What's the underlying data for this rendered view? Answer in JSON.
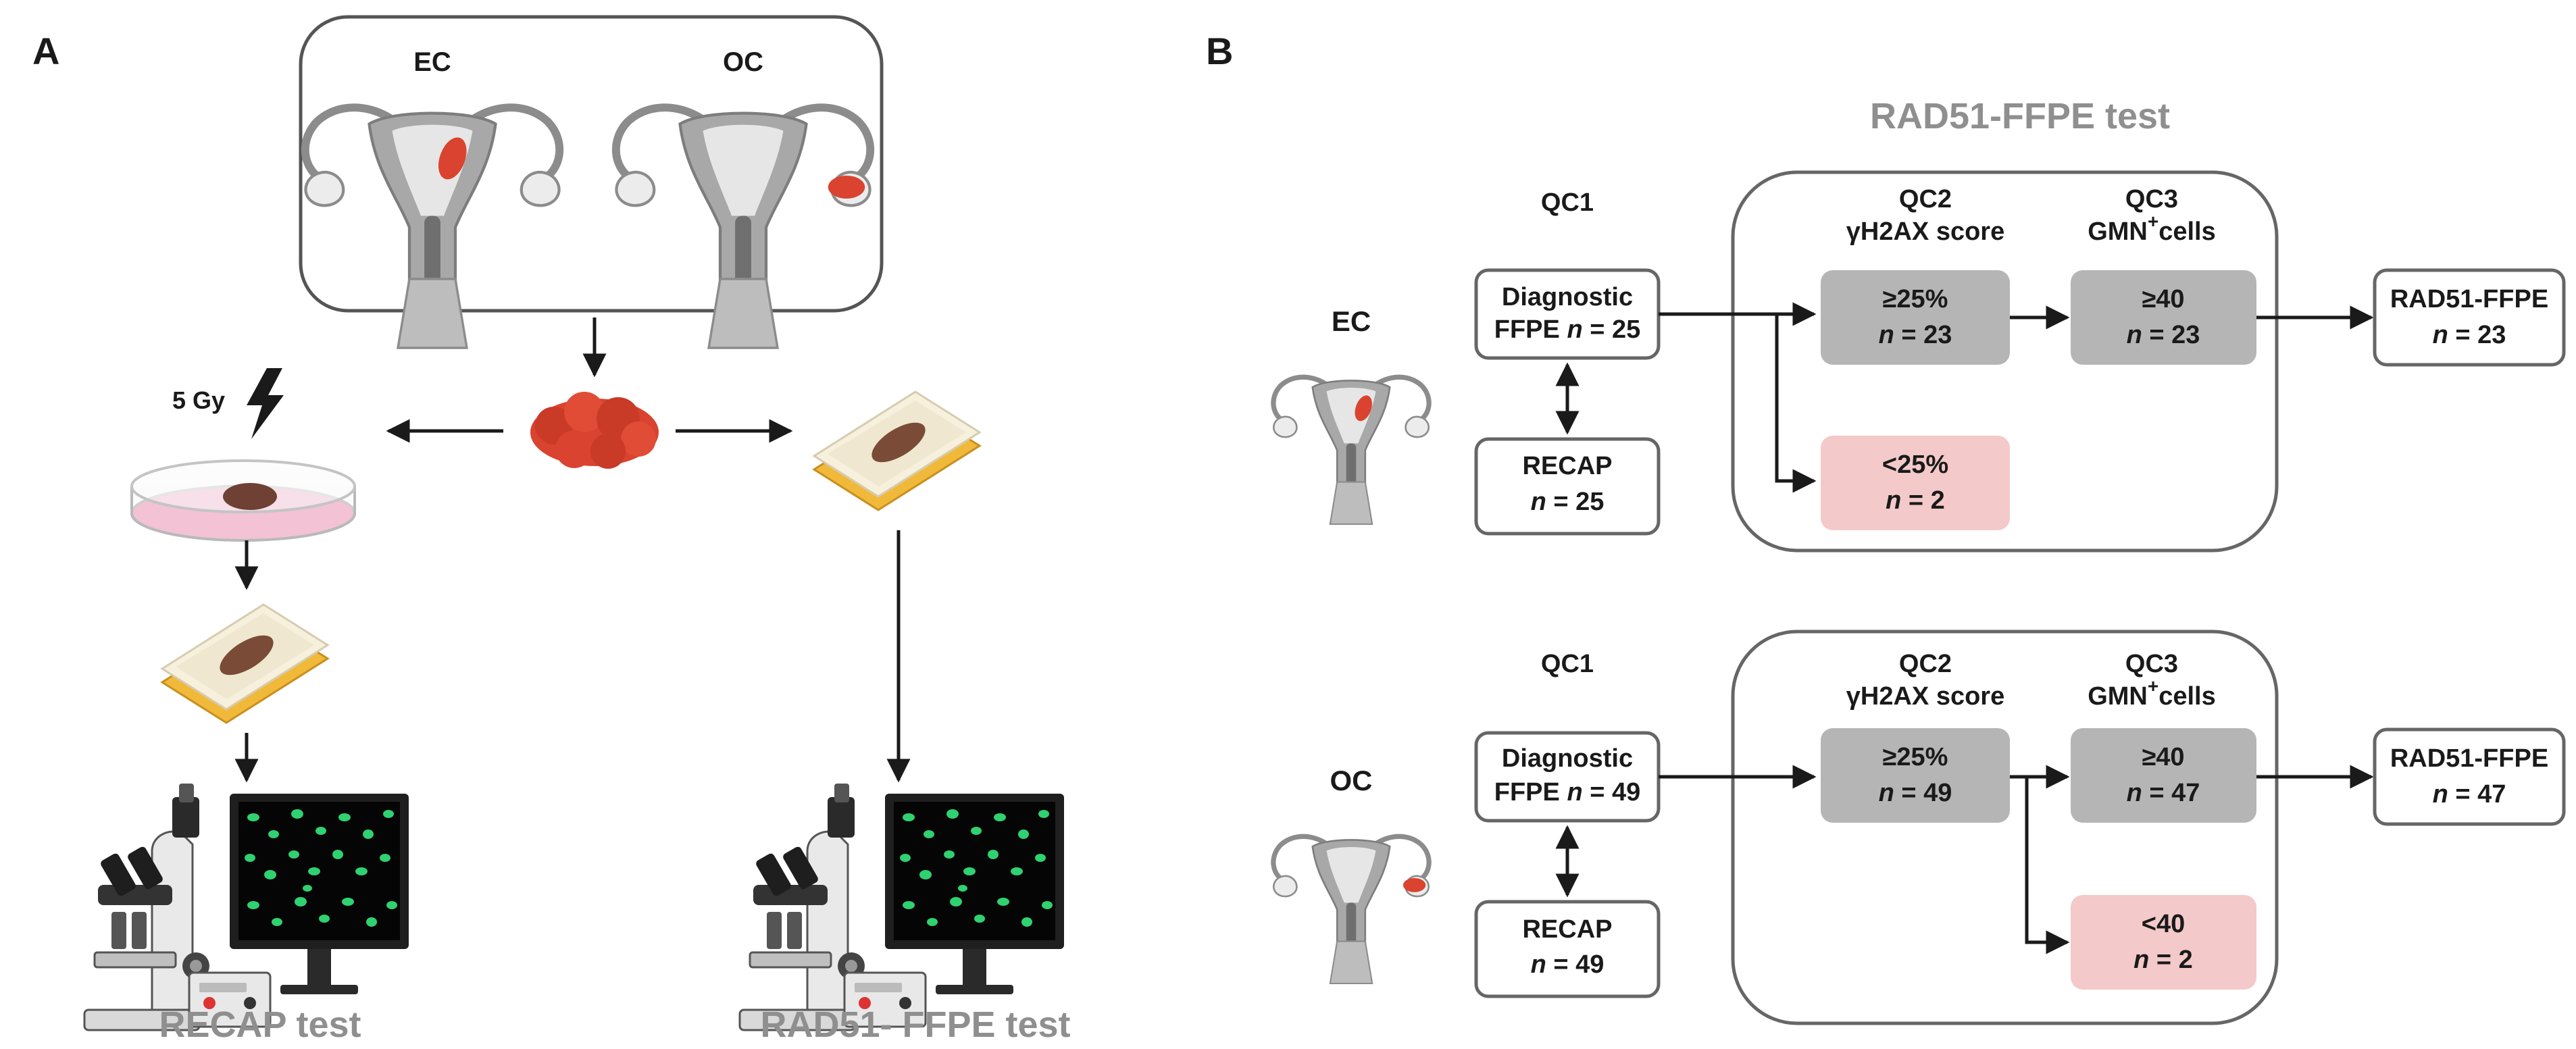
{
  "panel_a": {
    "letter": "A",
    "ec_label": "EC",
    "oc_label": "OC",
    "irradiation": "5 Gy",
    "recap_caption": "RECAP test",
    "rad51_caption": "RAD51- FFPE test"
  },
  "panel_b": {
    "letter": "B",
    "title": "RAD51-FFPE test",
    "ec": {
      "cohort": "EC",
      "qc1": "QC1",
      "qc2_line1": "QC2",
      "qc2_line2": "γH2AX score",
      "qc3_line1": "QC3",
      "qc3_line2a": "GMN",
      "qc3_sup": "+",
      "qc3_line2b": "cells",
      "diag_line1": "Diagnostic",
      "diag_line2a": "FFPE ",
      "diag_n": "n",
      "diag_line2b": " = 25",
      "recap_line1": "RECAP",
      "recap_n": "n",
      "recap_line2": " = 25",
      "qc2_pass": "≥25%",
      "qc2_pass_n": "n",
      "qc2_pass_val": " = 23",
      "qc2_fail": "<25%",
      "qc2_fail_n": "n",
      "qc2_fail_val": " = 2",
      "qc3_pass": "≥40",
      "qc3_pass_n": "n",
      "qc3_pass_val": " = 23",
      "final_line1": "RAD51-FFPE",
      "final_n": "n",
      "final_val": " = 23"
    },
    "oc": {
      "cohort": "OC",
      "qc1": "QC1",
      "qc2_line1": "QC2",
      "qc2_line2": "γH2AX score",
      "qc3_line1": "QC3",
      "qc3_line2a": "GMN",
      "qc3_sup": "+",
      "qc3_line2b": "cells",
      "diag_line1": "Diagnostic",
      "diag_line2a": "FFPE ",
      "diag_n": "n",
      "diag_line2b": " = 49",
      "recap_line1": "RECAP",
      "recap_n": "n",
      "recap_line2": " = 49",
      "qc2_pass": "≥25%",
      "qc2_pass_n": "n",
      "qc2_pass_val": " = 49",
      "qc3_pass": "≥40",
      "qc3_pass_n": "n",
      "qc3_pass_val": " = 47",
      "qc3_fail": "<40",
      "qc3_fail_n": "n",
      "qc3_fail_val": " = 2",
      "final_line1": "RAD51-FFPE",
      "final_n": "n",
      "final_val": " = 47"
    }
  },
  "colors": {
    "pass_box": "#b5b5b5",
    "fail_box": "#f4c9c9",
    "tumor": "#d9432f",
    "uterus": "#9a9a9a",
    "slide_base": "#f0b93a",
    "cell_nuclei": "#2fd170",
    "dish_medium": "#f2a7c3"
  },
  "icons": [
    "uterus-icon",
    "tumor-tissue-icon",
    "petri-dish-icon",
    "ffpe-block-icon",
    "microscope-icon",
    "monitor-icon",
    "lightning-icon"
  ]
}
